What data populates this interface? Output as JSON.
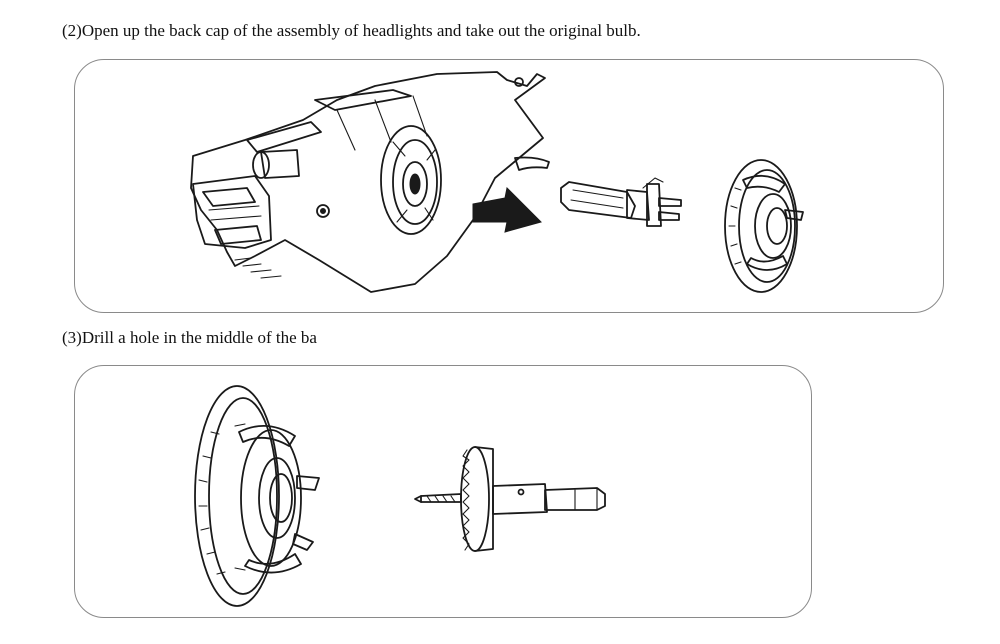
{
  "steps": [
    {
      "id": "step2",
      "text": "(2)Open up the back cap of the assembly of headlights and take out the original bulb."
    },
    {
      "id": "step3",
      "text": "(3)Drill a hole in the middle of the ba"
    }
  ],
  "icons": {
    "headlight": "headlight-assembly-icon",
    "arrow": "arrow-icon",
    "bulb": "h7-bulb-icon",
    "cap": "back-cap-icon",
    "hole_saw": "hole-saw-drill-icon"
  },
  "colors": {
    "ink": "#1a1a1a",
    "panel_border": "#8a8a8a",
    "background": "#ffffff"
  }
}
